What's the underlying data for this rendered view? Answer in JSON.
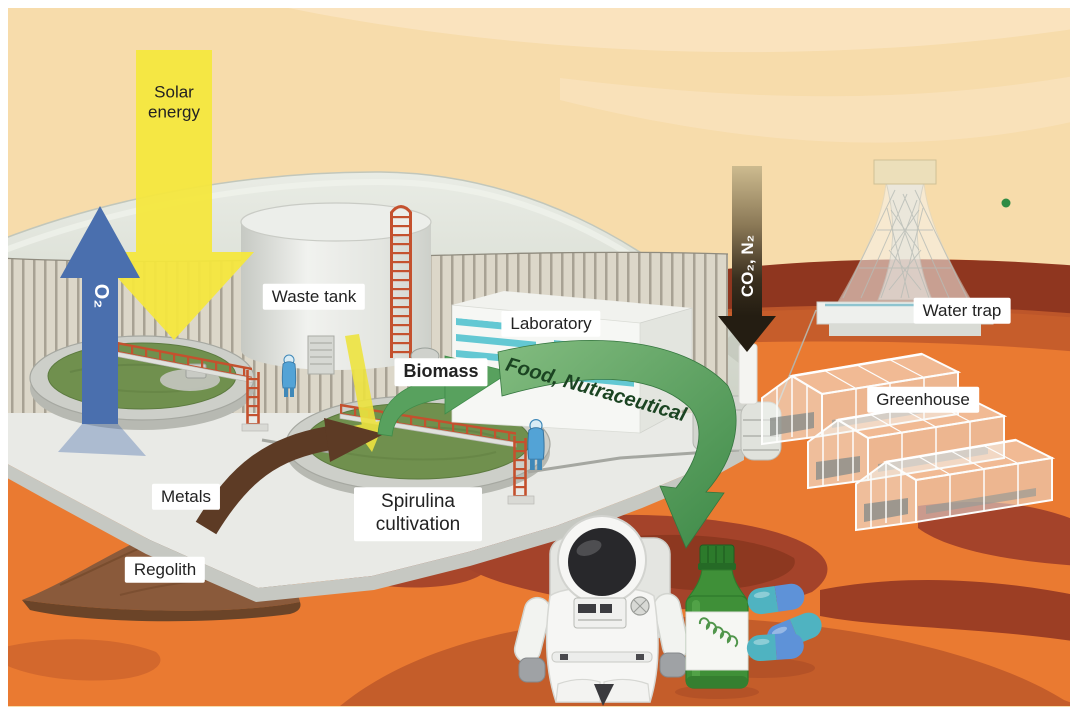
{
  "figure": {
    "labels": {
      "solar_energy": "Solar energy",
      "o2": "O₂",
      "waste_tank": "Waste tank",
      "laboratory": "Laboratory",
      "biomass": "Biomass",
      "food_nutraceutical": "Food, Nutraceutical",
      "co2_n2": "CO₂, N₂",
      "water_trap": "Water trap",
      "greenhouse": "Greenhouse",
      "metals": "Metals",
      "regolith": "Regolith",
      "spirulina_cultivation": "Spirulina cultivation"
    },
    "colors": {
      "sky": "#f7dcab",
      "sky_swirl": "#fbe6c4",
      "terrain": "#ea7a31",
      "terrain_dark": "#8f361f",
      "terrain_shadow": "#a4432a",
      "dome": "#d9ddd3",
      "wall": "#dcd7c9",
      "platform": "#e9eae6",
      "solar": "#f4e73e",
      "oxygen": "#4a6fae",
      "co2": "#241d12",
      "green_arrow": "#4f9d58",
      "food_text": "#1b4422",
      "metals": "#5d3b25",
      "pond": "#70904e",
      "catwalk": "#c4512e",
      "lab_window": "#63c8d3",
      "regolith_color": "#8a5a3b",
      "bottle": "#3f9038",
      "pill_blue": "#5e92d8",
      "pill_teal": "#4fb3c1",
      "worker": "#53a3d6",
      "label_bg": "#ffffff",
      "label_text": "#222222"
    }
  }
}
